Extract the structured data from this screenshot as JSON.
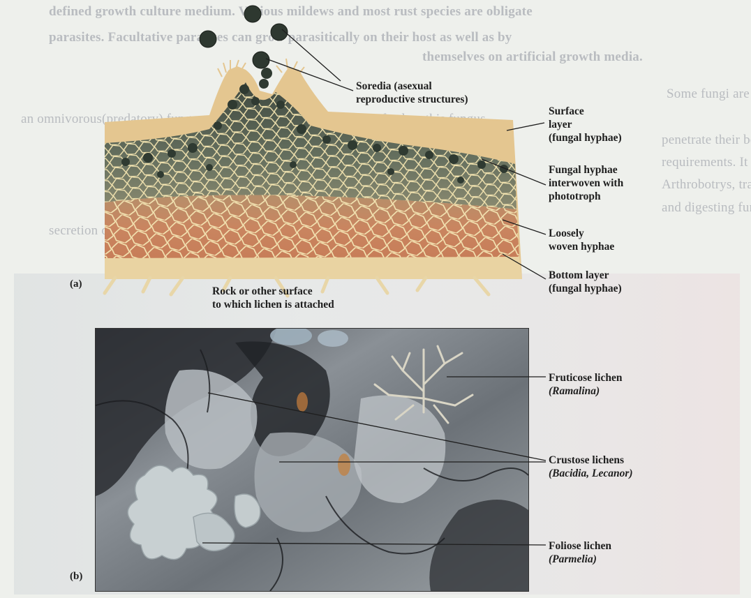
{
  "background_text": {
    "lines": [
      "defined growth culture medium. Various mildews and most rust species are obligate",
      "parasites. Facultative parasites can grow parasitically on their host as well as by",
      "themselves on artificial growth media.",
      "Some fungi are active predators. The oyster mushroom (Pleurotus ostreatus) is",
      "an omnivorous(predatory) fungus. It paralyses the nematodes that feed on this fungus,",
      "penetrate their bodies and digests their contents. This is how it meets its nitrogen",
      "requirements. It fulfils its carbon requirements by digesting wood. Some species of",
      "Arthrobotrys, trap soil nematodes by forming constricting rings. Some invading",
      "and digesting fungi attack their prey by using various mechanisms, such as",
      "secretion of sticky substances."
    ]
  },
  "figure_a": {
    "panel_label": "(a)",
    "labels": {
      "soredia": [
        "Soredia (asexual",
        "reproductive structures)"
      ],
      "surface_layer": [
        "Surface",
        "layer",
        "(fungal hyphae)"
      ],
      "fungal_hyphae": [
        "Fungal hyphae",
        "interwoven with",
        "phototroph"
      ],
      "loosely_woven": [
        "Loosely",
        "woven hyphae"
      ],
      "bottom_layer": [
        "Bottom layer",
        "(fungal hyphae)"
      ],
      "rock": [
        "Rock or other surface",
        "to which lichen is attached"
      ]
    }
  },
  "figure_b": {
    "panel_label": "(b)",
    "labels": {
      "fruticose": {
        "name": "Fruticose lichen",
        "genus": "(Ramalina)"
      },
      "crustose": {
        "name": "Crustose lichens",
        "genus": "(Bacidia, Lecanor)"
      },
      "foliose": {
        "name": "Foliose lichen",
        "genus": "(Parmelia)"
      }
    }
  },
  "colors": {
    "surface_layer": "#e2c386",
    "algal_layer": "#4f5a4c",
    "medulla": "#c98560",
    "soredia": "#2f3a31",
    "photo_dark": "#2a2c30",
    "photo_light": "#b9bfc4"
  }
}
